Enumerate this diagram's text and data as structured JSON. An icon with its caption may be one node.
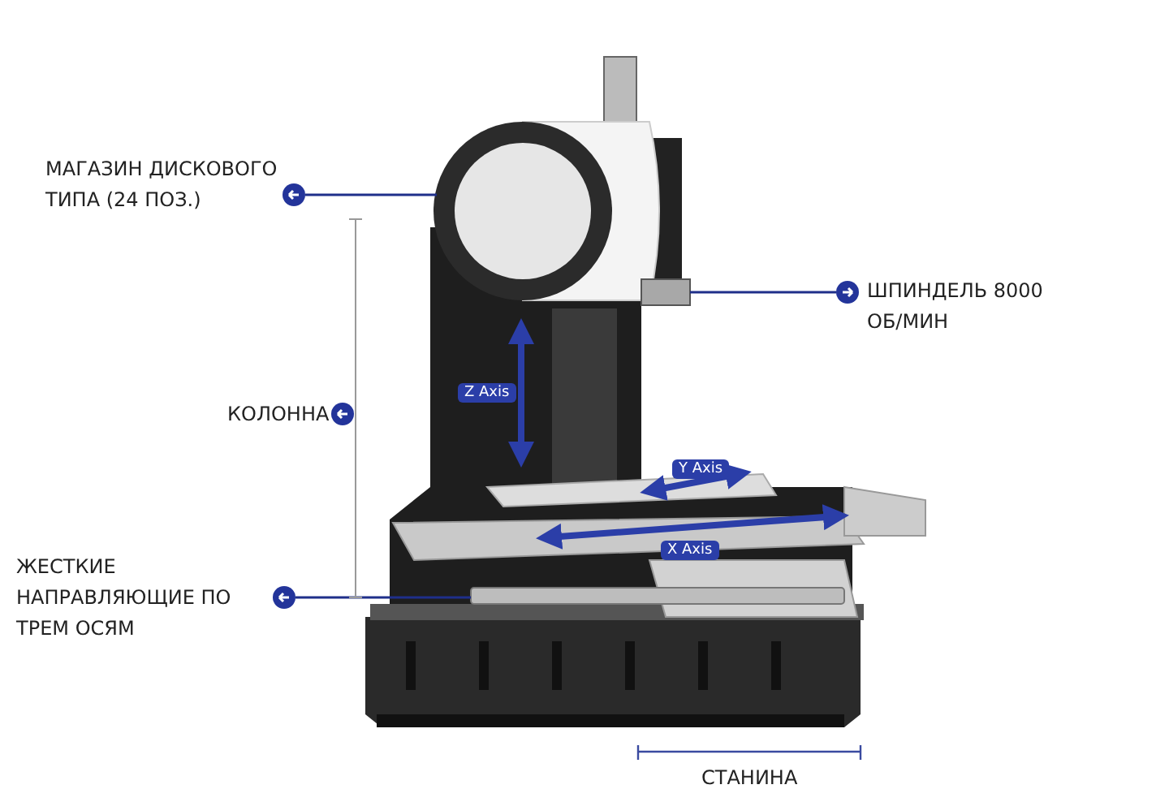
{
  "diagram": {
    "nodes": [
      {
        "text": [
          "МАГАЗИН ДИСКОВОГО ТИПА (24 ПОЗ.)"
        ]
      },
      {
        "text": [
          "ШПИНДЕЛЬ 8000 ОБ/МИН"
        ]
      },
      {
        "text": [
          "ЖЕСТКИЕ НАПРАВЛЯЮЩИЕ ПО ТРЕМ ОСЯМ"
        ]
      },
      {
        "text": [],
        "shape": "picture"
      },
      {
        "text": [],
        "shape": "picture"
      },
      {
        "text": [],
        "shape": "bar"
      }
    ],
    "edges": [
      {
        "from": 0,
        "to": 3,
        "arrow": "none"
      },
      {
        "from": 1,
        "to": 4,
        "arrow": "none"
      },
      {
        "from": 2,
        "to": 5,
        "arrow": "none"
      }
    ],
    "labels": [
      "КОЛОННА",
      "Z Axis",
      "Y Axis",
      "X Axis",
      "СТАНИНА"
    ]
  }
}
